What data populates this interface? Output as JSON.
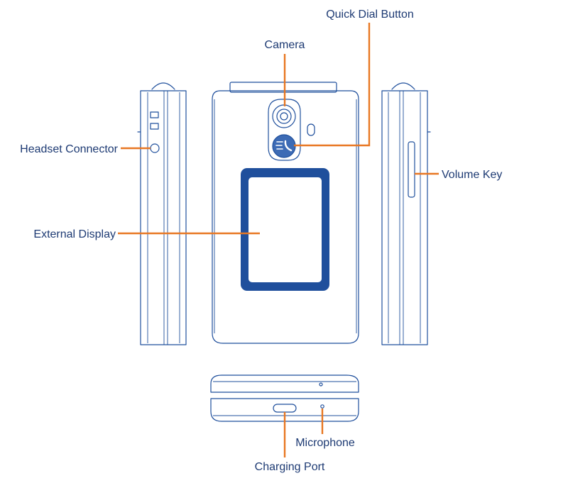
{
  "labels": {
    "quick_dial": "Quick Dial Button",
    "camera": "Camera",
    "headset": "Headset Connector",
    "volume": "Volume Key",
    "external_display": "External Display",
    "microphone": "Microphone",
    "charging_port": "Charging Port"
  },
  "colors": {
    "outline": "#1f4f9c",
    "display_fill": "#1f4f9c",
    "leader": "#e87722",
    "label_text": "#1d3a73"
  }
}
